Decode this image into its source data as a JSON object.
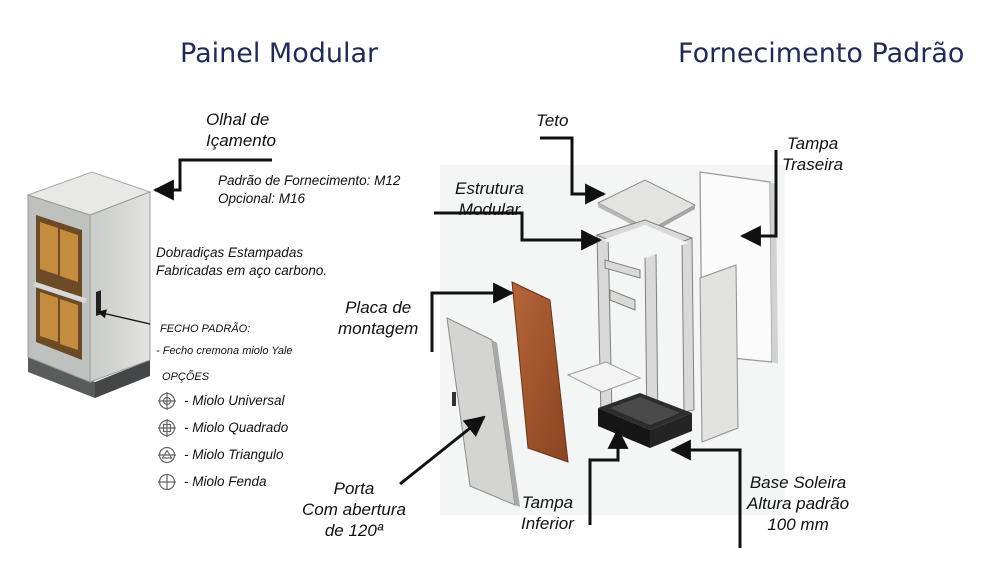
{
  "header": {
    "left_title": "Painel Modular",
    "right_title": "Fornecimento Padrão"
  },
  "panel": {
    "olhal_line1": "Olhal de",
    "olhal_line2": "Içamento",
    "padrao_fornecimento": "Padrão de Fornecimento: M12",
    "opcional": "Opcional: M16",
    "dobradicas_line1": "Dobradiças Estampadas",
    "dobradicas_line2": "Fabricadas em aço carbono.",
    "fecho_padrao": "FECHO PADRÃO:",
    "fecho_desc": "- Fecho cremona miolo Yale",
    "opcoes": "OPÇÕES",
    "options": [
      {
        "label": "- Miolo Universal",
        "icon": "miolo-universal-icon"
      },
      {
        "label": "- Miolo Quadrado",
        "icon": "miolo-quadrado-icon"
      },
      {
        "label": "- Miolo Triangulo",
        "icon": "miolo-triangulo-icon"
      },
      {
        "label": "- Miolo  Fenda",
        "icon": "miolo-fenda-icon"
      }
    ]
  },
  "exploded": {
    "teto": "Teto",
    "tampa_traseira_line1": "Tampa",
    "tampa_traseira_line2": "Traseira",
    "estrutura_line1": "Estrutura",
    "estrutura_line2": "Modular",
    "placa_line1": "Placa de",
    "placa_line2": "montagem",
    "porta_line1": "Porta",
    "porta_line2": "Com abertura",
    "porta_line3": "de 120ª",
    "tampa_inferior_line1": "Tampa",
    "tampa_inferior_line2": "Inferior",
    "base_line1": "Base Soleira",
    "base_line2": "Altura padrão",
    "base_line3": "100 mm"
  },
  "colors": {
    "title": "#1f2a56",
    "cabinet_gray": "#d6d8d6",
    "mounting_plate": "#a0522d",
    "door_gray": "#cfd0cd",
    "base_black": "#1c1c1c"
  }
}
